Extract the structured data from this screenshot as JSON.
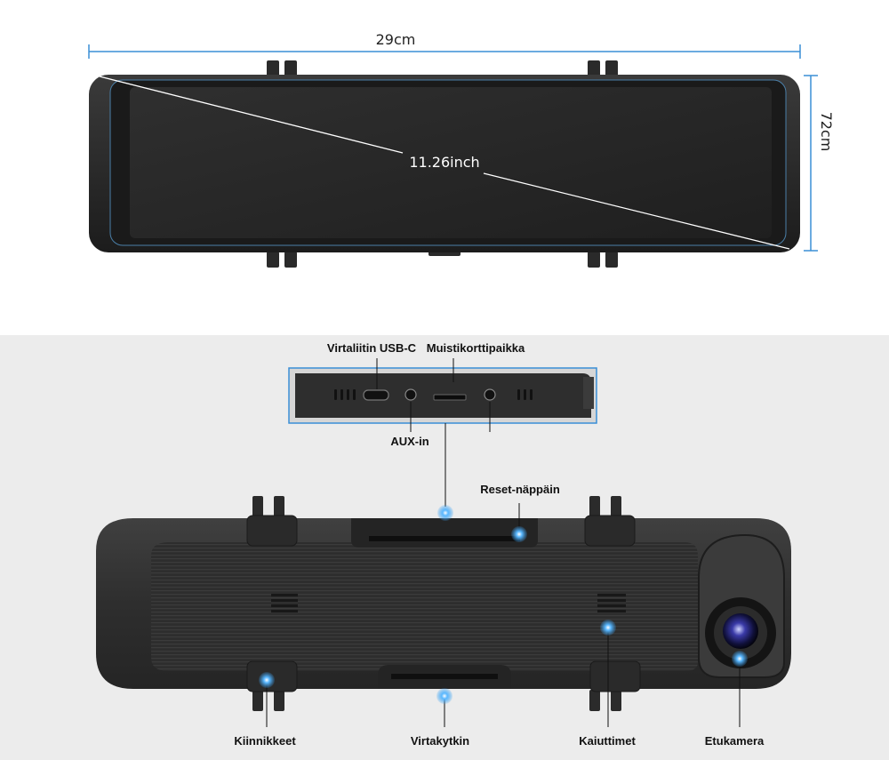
{
  "dimensions": {
    "width": "29cm",
    "height": "72cm",
    "diagonal": "11.26inch"
  },
  "callouts": {
    "usb_c": "Virtaliitin USB-C",
    "memory_card": "Muistikorttipaikka",
    "aux_in": "AUX-in",
    "reset": "Reset-näppäin",
    "mounts": "Kiinnikkeet",
    "power_switch": "Virtakytkin",
    "speakers": "Kaiuttimet",
    "front_camera": "Etukamera"
  },
  "colors": {
    "dimension_line": "#3a8fd6",
    "callout_dot": "#3aa0f0",
    "body_dark": "#2c2c2c",
    "bottom_background": "#ececec"
  }
}
